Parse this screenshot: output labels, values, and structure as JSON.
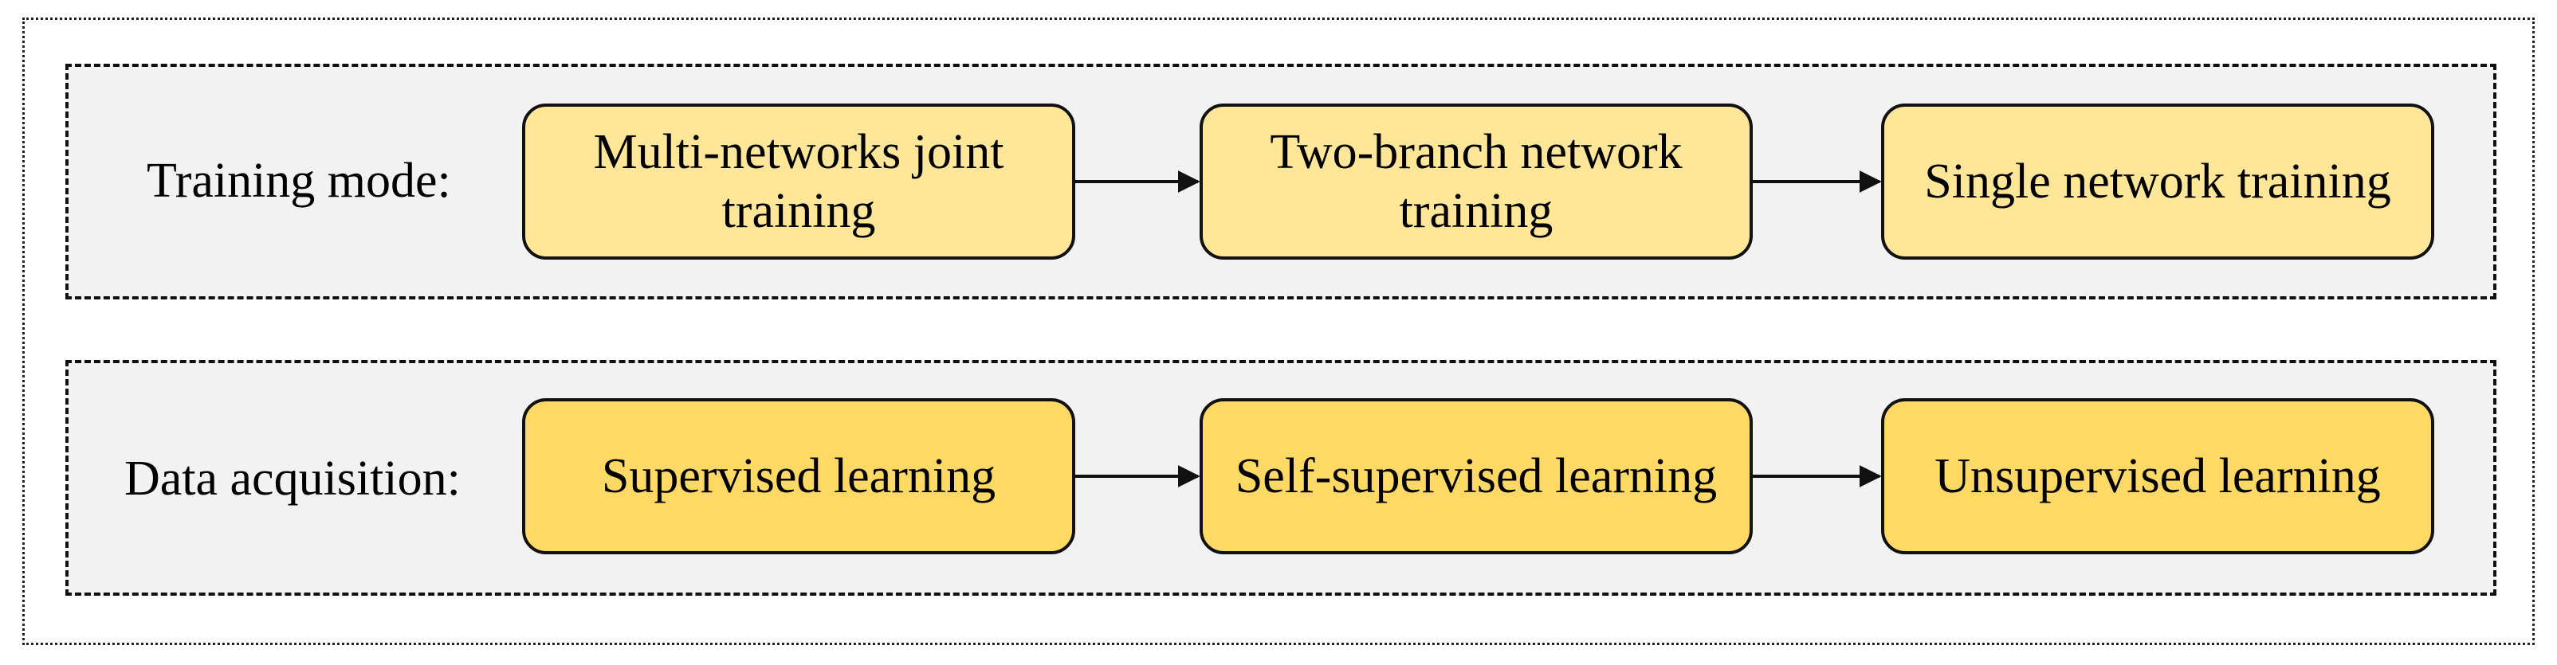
{
  "colors": {
    "panel_fill": "#f2f2f2",
    "training_node_fill": "#ffe699",
    "data_node_fill": "#ffd966",
    "stroke": "#111111"
  },
  "training": {
    "label": "Training mode:",
    "nodes": [
      {
        "text": "Multi-networks joint training"
      },
      {
        "text": "Two-branch network training"
      },
      {
        "text": "Single network training"
      }
    ]
  },
  "data": {
    "label": "Data acquisition:",
    "nodes": [
      {
        "text": "Supervised learning"
      },
      {
        "text": "Self-supervised learning"
      },
      {
        "text": "Unsupervised learning"
      }
    ]
  },
  "edges": [
    {
      "from": "training.nodes.0",
      "to": "training.nodes.1"
    },
    {
      "from": "training.nodes.1",
      "to": "training.nodes.2"
    },
    {
      "from": "data.nodes.0",
      "to": "data.nodes.1"
    },
    {
      "from": "data.nodes.1",
      "to": "data.nodes.2"
    }
  ]
}
